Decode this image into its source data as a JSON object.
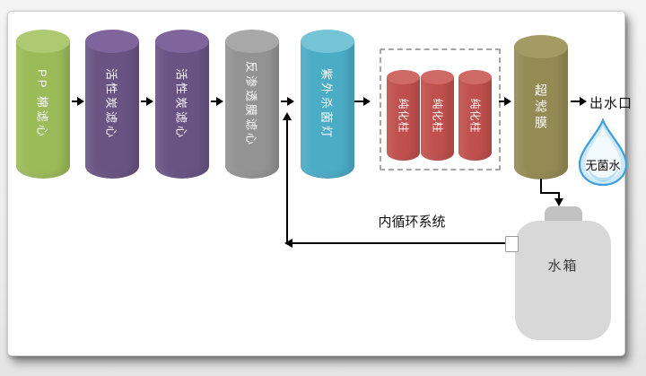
{
  "canvas": {
    "backdrop_color": "#ececec",
    "page_color": "#ffffff"
  },
  "diagram": {
    "stages": [
      {
        "label": "PP 棉滤心",
        "body_color": "#9bbb59",
        "top_color": "#adc971"
      },
      {
        "label": "活性炭滤心",
        "body_color": "#695383",
        "top_color": "#80659c"
      },
      {
        "label": "活性炭滤心",
        "body_color": "#695383",
        "top_color": "#80659c"
      },
      {
        "label": "反渗透膜滤心",
        "body_color": "#939393",
        "top_color": "#a8a8a8"
      },
      {
        "label": "紫外杀菌灯",
        "body_color": "#4bacc6",
        "top_color": "#75c4d6"
      },
      {
        "label": "超滤膜",
        "body_color": "#948a54",
        "top_color": "#a49a64"
      }
    ],
    "purification": {
      "columns": [
        "纯化柱",
        "纯化柱",
        "纯化柱"
      ],
      "body_color": "#c0504d",
      "top_color": "#ce6966",
      "box_border_color": "#a6a6a6"
    },
    "outlet_label": "出水口",
    "drop": {
      "label": "无菌水",
      "stroke_color": "#3e9fd9",
      "fill_color": "#cfe9f9",
      "shade_color": "#8ecbee"
    },
    "tank": {
      "label": "水箱",
      "body_color": "#d8d8d8",
      "cap_color": "#c2c2c2"
    },
    "circulation_label": "内循环系统",
    "line_color": "#000000"
  }
}
